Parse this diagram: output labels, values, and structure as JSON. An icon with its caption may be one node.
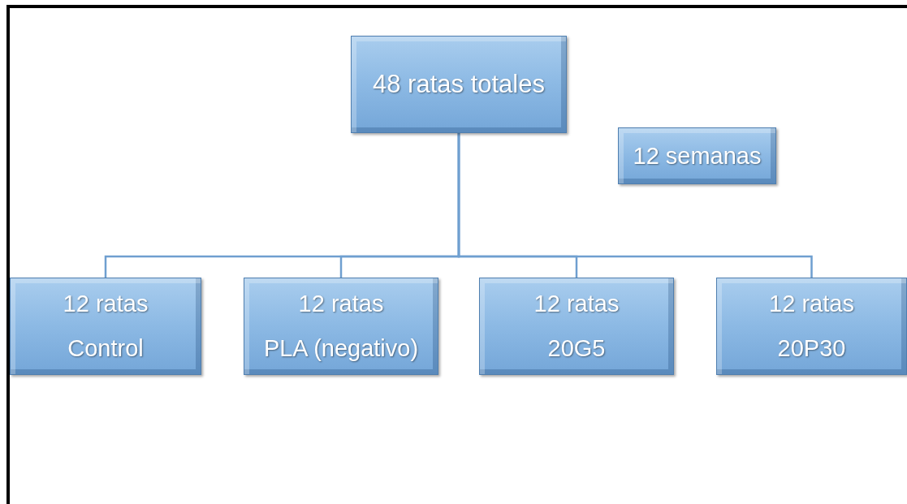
{
  "diagram": {
    "nodes": [
      {
        "text": [
          "48 ratas totales"
        ]
      },
      {
        "text": [
          "12 semanas"
        ]
      },
      {
        "text": [
          "12 ratas",
          "Control"
        ]
      },
      {
        "text": [
          "12 ratas",
          "PLA (negativo)"
        ]
      },
      {
        "text": [
          "12 ratas",
          "20G5"
        ]
      },
      {
        "text": [
          "12 ratas",
          "20P30"
        ]
      }
    ],
    "edges": [
      {
        "from": 0,
        "to": 2,
        "arrow": "none"
      },
      {
        "from": 0,
        "to": 3,
        "arrow": "none"
      },
      {
        "from": 0,
        "to": 4,
        "arrow": "none"
      },
      {
        "from": 0,
        "to": 5,
        "arrow": "none"
      }
    ]
  }
}
